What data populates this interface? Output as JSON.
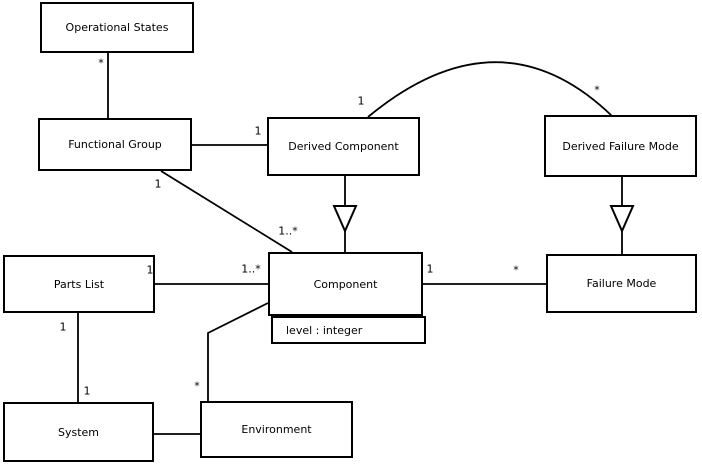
{
  "diagram_type": "uml-class-diagram",
  "classes": {
    "operational_states": {
      "name": "Operational States"
    },
    "functional_group": {
      "name": "Functional Group"
    },
    "derived_component": {
      "name": "Derived Component"
    },
    "derived_failure_mode": {
      "name": "Derived Failure Mode"
    },
    "parts_list": {
      "name": "Parts List"
    },
    "component": {
      "name": "Component",
      "attributes": [
        "level : integer"
      ]
    },
    "failure_mode": {
      "name": "Failure Mode"
    },
    "system": {
      "name": "System"
    },
    "environment": {
      "name": "Environment"
    }
  },
  "multiplicities": {
    "op_states_fg_near_op_states": "*",
    "fg_derived_component_near_dc": "1",
    "arc_near_derived_component": "1",
    "arc_near_derived_failure_mode": "*",
    "fg_component_near_fg": "1",
    "fg_component_near_component": "1..*",
    "parts_list_component_near_pl": "1",
    "parts_list_component_near_component": "1..*",
    "component_failure_mode_near_component": "1",
    "component_failure_mode_near_fm": "*",
    "parts_list_system_near_pl": "1",
    "parts_list_system_near_system": "1",
    "component_environment_near_env": "*"
  },
  "relationships": [
    {
      "from": "Operational States",
      "to": "Functional Group",
      "type": "association",
      "from_multiplicity": "*"
    },
    {
      "from": "Functional Group",
      "to": "Derived Component",
      "type": "association",
      "to_multiplicity": "1"
    },
    {
      "from": "Derived Component",
      "to": "Derived Failure Mode",
      "type": "association",
      "from_multiplicity": "1",
      "to_multiplicity": "*"
    },
    {
      "from": "Derived Component",
      "to": "Component",
      "type": "generalization"
    },
    {
      "from": "Derived Failure Mode",
      "to": "Failure Mode",
      "type": "generalization"
    },
    {
      "from": "Functional Group",
      "to": "Component",
      "type": "association",
      "from_multiplicity": "1",
      "to_multiplicity": "1..*"
    },
    {
      "from": "Parts List",
      "to": "Component",
      "type": "association",
      "from_multiplicity": "1",
      "to_multiplicity": "1..*"
    },
    {
      "from": "Component",
      "to": "Failure Mode",
      "type": "association",
      "from_multiplicity": "1",
      "to_multiplicity": "*"
    },
    {
      "from": "Parts List",
      "to": "System",
      "type": "association",
      "from_multiplicity": "1",
      "to_multiplicity": "1"
    },
    {
      "from": "Component",
      "to": "Environment",
      "type": "association",
      "to_multiplicity": "*"
    },
    {
      "from": "System",
      "to": "Environment",
      "type": "association"
    }
  ],
  "colors": {
    "line": "#000000",
    "box_border": "#000000",
    "box_fill": "#ffffff",
    "background": "#ffffff",
    "text": "#000000"
  }
}
